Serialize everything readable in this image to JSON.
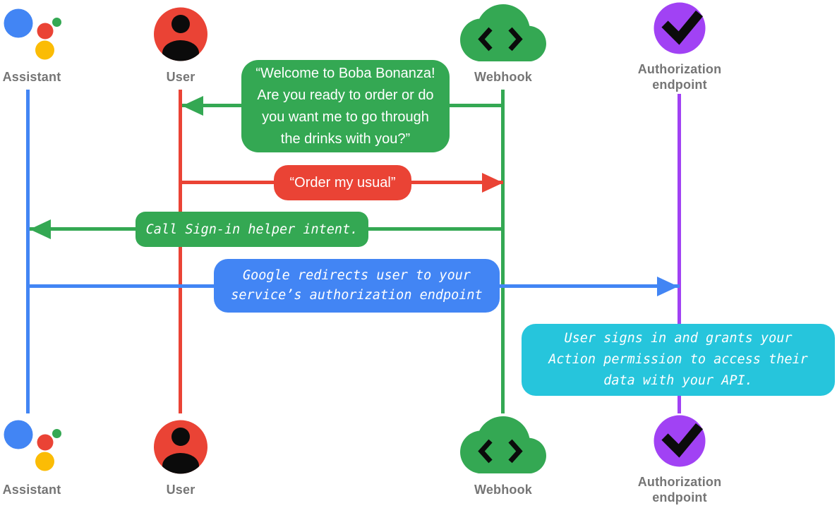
{
  "colors": {
    "assistant_blue": "#4285f4",
    "user_red": "#ea4335",
    "webhook_green": "#34a853",
    "auth_purple": "#a142f4",
    "note_cyan": "#26c5dc",
    "label_gray": "#757575",
    "glyph_ink": "#0b0b0b",
    "logo_yellow": "#fbbc05",
    "logo_green": "#34a853"
  },
  "icons": {
    "assistant": "google-assistant-logo-icon",
    "user": "person-circle-icon",
    "webhook": "code-cloud-icon",
    "auth": "check-circle-icon"
  },
  "actors": {
    "assistant": {
      "label": "Assistant"
    },
    "user": {
      "label": "User"
    },
    "webhook": {
      "label": "Webhook"
    },
    "auth": {
      "label": "Authorization\nendpoint"
    }
  },
  "messages": {
    "welcome": {
      "from": "Webhook",
      "to": "User",
      "text": "“Welcome to Boba Bonanza!\nAre you ready to order or do\nyou want me to go through\nthe drinks with you?”"
    },
    "order": {
      "from": "User",
      "to": "Webhook",
      "text": "“Order my usual”"
    },
    "signin": {
      "from": "Webhook",
      "to": "Assistant",
      "text": "Call Sign-in helper intent."
    },
    "redirect": {
      "from": "Assistant",
      "to": "Authorization endpoint",
      "text": "Google redirects user to your\nservice’s authorization endpoint"
    },
    "grant": {
      "at": "Authorization endpoint",
      "text": "User signs in and grants your\nAction permission to access their\ndata with your API."
    }
  }
}
